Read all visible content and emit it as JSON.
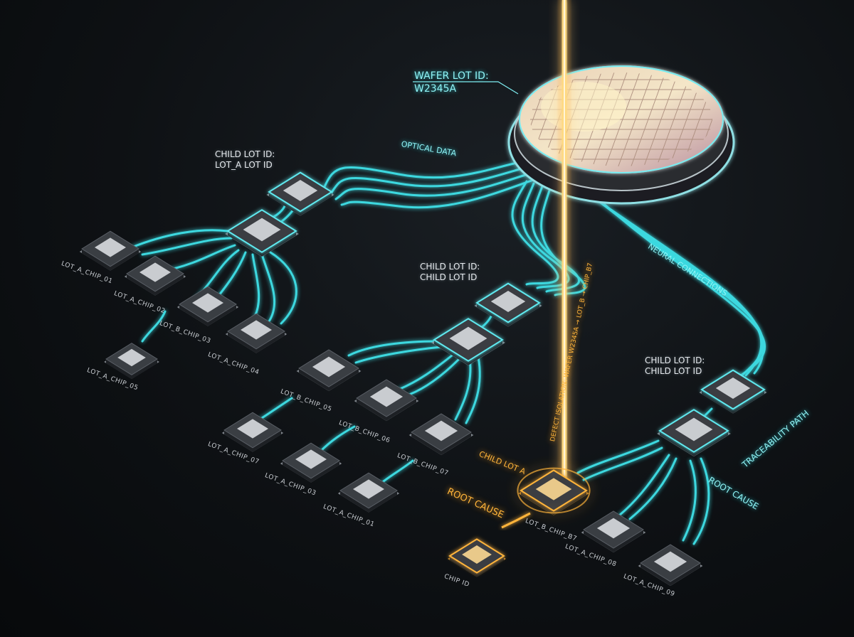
{
  "wafer": {
    "line1": "WAFER LOT ID:",
    "line2": "W2345A"
  },
  "labels": {
    "optical_data": "OPTICAL DATA",
    "neural_connections": "NEURAL CONNECTIONS",
    "traceability_path": "TRACEABILITY PATH",
    "root_cause_right": "ROOT CAUSE",
    "root_cause_left": "ROOT CAUSE",
    "child_lot_a": "CHILD LOT A",
    "defect_isolation": "DEFECT ISOLATION: WAFER W2345A → LOT_B → CHIP_B7",
    "chip_id": "CHIP ID"
  },
  "child_lot_labels": {
    "top_left": {
      "line1": "CHILD LOT ID:",
      "line2": "LOT_A LOT ID"
    },
    "middle": {
      "line1": "CHILD LOT ID:",
      "line2": "CHILD LOT ID"
    },
    "right": {
      "line1": "CHILD LOT ID:",
      "line2": "CHILD LOT ID"
    }
  },
  "chip_labels": {
    "a01": "LOT_A_CHIP_01",
    "a02": "LOT_A_CHIP_02",
    "b03": "LOT_B_CHIP_03",
    "a04": "LOT_A_CHIP_04",
    "a05": "LOT_A_CHIP_05",
    "b05": "LOT_B_CHIP_05",
    "b06": "LOT_B_CHIP_06",
    "a07": "LOT_A_CHIP_07",
    "a03": "LOT_A_CHIP_03",
    "b07": "LOT_B_CHIP_07",
    "a01b": "LOT_A_CHIP_01",
    "bb7": "LOT_B_CHIP_B7",
    "a08": "LOT_A_CHIP_08",
    "a09": "LOT_A_CHIP_09"
  },
  "colors": {
    "background": "#0b0e11",
    "trace_cyan": "#3fe3ea",
    "beam_amber": "#ffb43a",
    "chip_body": "#3a3e43",
    "chip_die": "#c9ccd0"
  }
}
